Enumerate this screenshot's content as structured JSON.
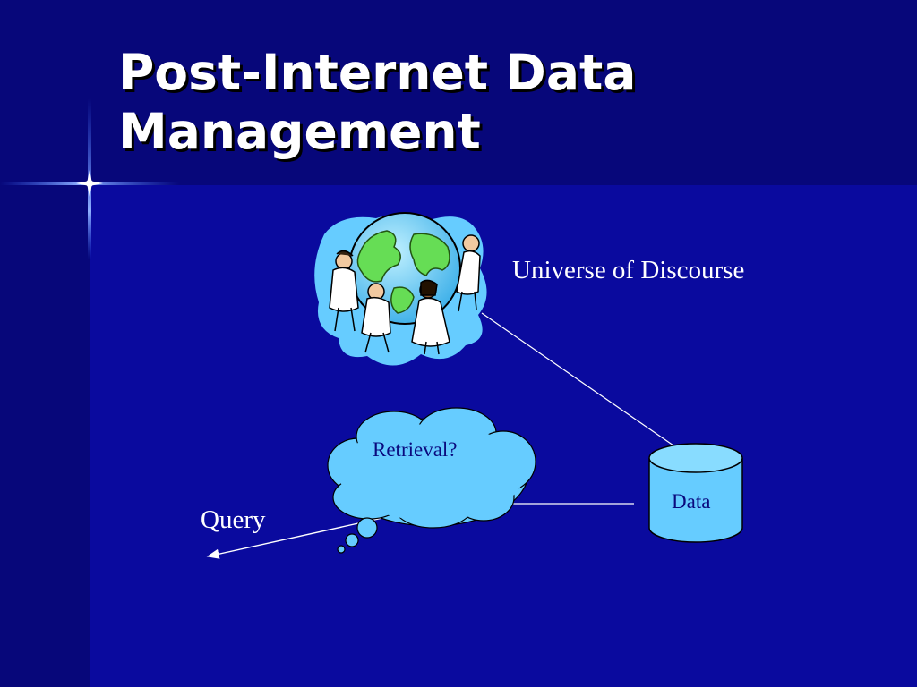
{
  "slide": {
    "title_line1": "Post-Internet Data",
    "title_line2": "Management"
  },
  "diagram": {
    "universe_label": "Universe of Discourse",
    "cloud_label": "Retrieval?",
    "database_label": "Data",
    "query_label": "Query"
  },
  "colors": {
    "background": "#0a0a9e",
    "header_band": "#07077a",
    "shape_fill": "#66ccff",
    "text": "#ffffff"
  },
  "icons": [
    "globe-with-people-clipart-icon",
    "database-cylinder-icon",
    "thought-cloud-icon",
    "sparkle-star-icon"
  ]
}
